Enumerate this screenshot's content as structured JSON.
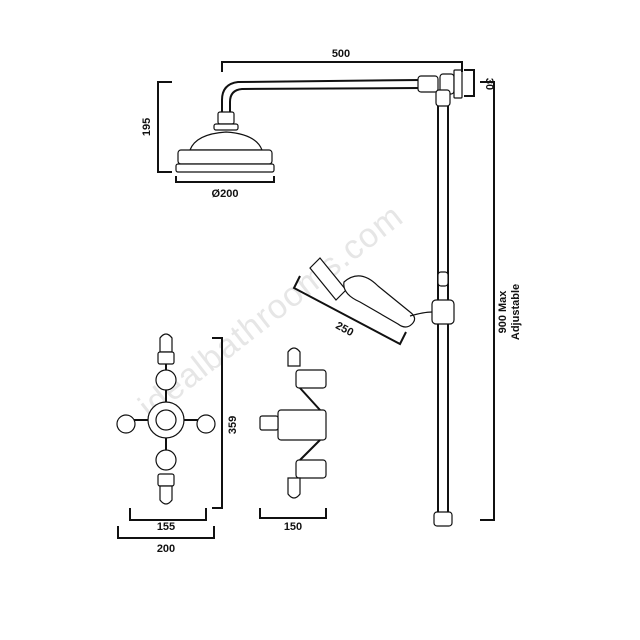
{
  "watermark": "idealbathrooms.com",
  "dimensions": {
    "arm_length": "500",
    "arm_drop": "30",
    "head_height": "195",
    "head_diameter": "Ø200",
    "handset_length": "250",
    "riser_height_line1": "900 Max",
    "riser_height_line2": "Adjustable",
    "valve_height": "359",
    "valve_inner_width": "155",
    "valve_outer_width": "200",
    "valve_depth": "150"
  }
}
